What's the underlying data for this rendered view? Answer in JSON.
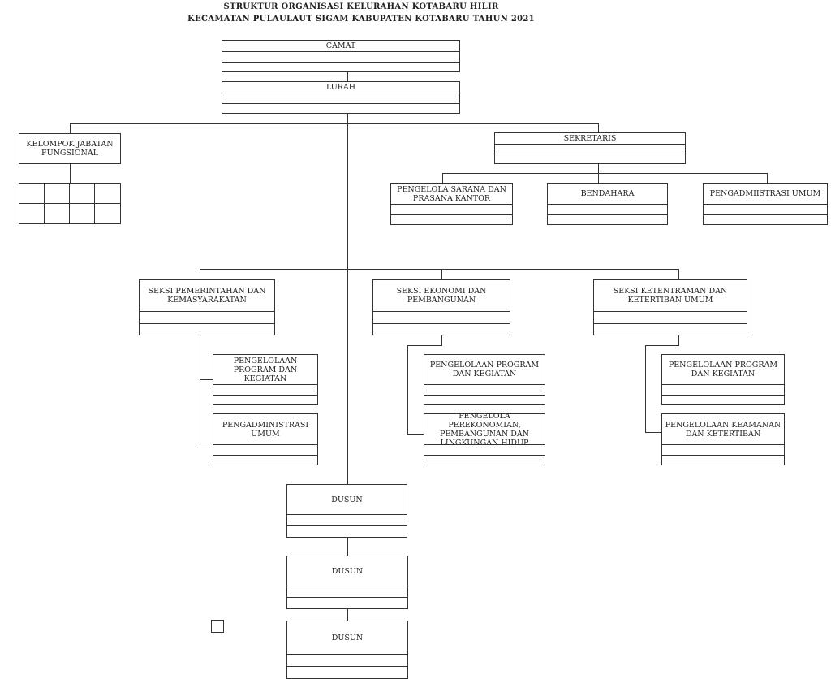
{
  "title": {
    "line1": "STRUKTUR ORGANISASI KELURAHAN KOTABARU HILIR",
    "line2": "KECAMATAN PULAULAUT SIGAM KABUPATEN KOTABARU TAHUN 2021"
  },
  "nodes": {
    "camat": "CAMAT",
    "lurah": "LURAH",
    "kelompok": "KELOMPOK JABATAN FUNGSIONAL",
    "sekretaris": "SEKRETARIS",
    "sarana": "PENGELOLA SARANA DAN PRASANA KANTOR",
    "bendahara": "BENDAHARA",
    "pengadm_umum_sek": "PENGADMIISTRASI UMUM",
    "seksi_pem": "SEKSI PEMERINTAHAN DAN KEMASYARAKATAN",
    "seksi_eko": "SEKSI EKONOMI DAN PEMBANGUNAN",
    "seksi_ket": "SEKSI KETENTRAMAN DAN KETERTIBAN UMUM",
    "pem_prog": "PENGELOLAAN PROGRAM DAN KEGIATAN",
    "pem_adm": "PENGADMINISTRASI UMUM",
    "eko_prog": "PENGELOLAAN PROGRAM DAN KEGIATAN",
    "eko_perek": "PENGELOLA PEREKONOMIAN, PEMBANGUNAN DAN LINGKUNGAN HIDUP",
    "ket_prog": "PENGELOLAAN PROGRAM DAN KEGIATAN",
    "ket_keam": "PENGELOLAAN KEAMANAN DAN KETERTIBAN",
    "dusun1": "DUSUN",
    "dusun2": "DUSUN",
    "dusun3": "DUSUN"
  }
}
